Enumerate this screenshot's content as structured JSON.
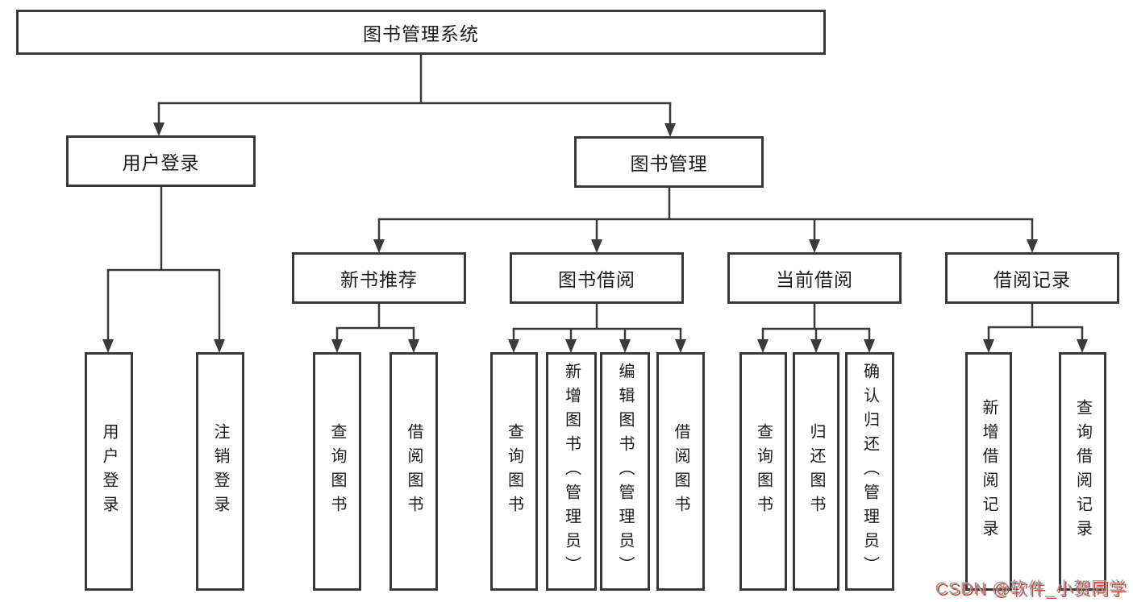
{
  "diagram": {
    "root": {
      "label": "图书管理系统"
    },
    "level2": [
      {
        "label": "用户登录"
      },
      {
        "label": "图书管理"
      }
    ],
    "level3": [
      {
        "label": "新书推荐"
      },
      {
        "label": "图书借阅"
      },
      {
        "label": "当前借阅"
      },
      {
        "label": "借阅记录"
      }
    ],
    "leaves": {
      "user_login": [
        "用户登录",
        "注销登录"
      ],
      "new_book": [
        "查询图书",
        "借阅图书"
      ],
      "book_borrow": [
        "查询图书",
        "新增图书（管理员）",
        "编辑图书（管理员）",
        "借阅图书"
      ],
      "current_borrow": [
        "查询图书",
        "归还图书",
        "确认归还（管理员）"
      ],
      "borrow_record": [
        "新增借阅记录",
        "查询借阅记录"
      ]
    }
  },
  "watermark": {
    "text": "CSDN @软件_小贺同学"
  },
  "colors": {
    "line": "#3a3a3a",
    "box_border": "#383838",
    "text": "#1c1c1c",
    "background": "#ffffff",
    "watermark_gray": "#9c9c9c",
    "watermark_red": "#cf4436"
  }
}
